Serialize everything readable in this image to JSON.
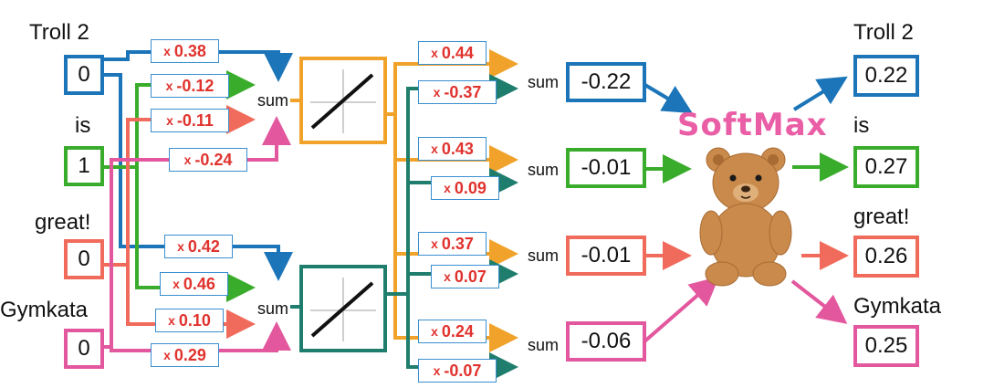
{
  "inputs": [
    {
      "word": "Troll 2",
      "value": "0",
      "color": "#1b75b8"
    },
    {
      "word": "is",
      "value": "1",
      "color": "#3aac2c"
    },
    {
      "word": "great!",
      "value": "0",
      "color": "#f06b5c"
    },
    {
      "word": "Gymkata",
      "value": "0",
      "color": "#e2579d"
    }
  ],
  "input_weights": [
    "0.38",
    "-0.12",
    "-0.11",
    "-0.24",
    "0.42",
    "0.46",
    "0.10",
    "0.29"
  ],
  "weight_prefix": "x",
  "sum_label": "sum",
  "activation_colors": {
    "top": "#f0a22a",
    "bottom": "#1f7d6e"
  },
  "output_weights": [
    "0.44",
    "-0.37",
    "0.43",
    "0.09",
    "0.37",
    "0.07",
    "0.24",
    "-0.07"
  ],
  "sums": [
    {
      "value": "-0.22",
      "color": "#1b75b8"
    },
    {
      "value": "-0.01",
      "color": "#3aac2c"
    },
    {
      "value": "-0.01",
      "color": "#f06b5c"
    },
    {
      "value": "-0.06",
      "color": "#e2579d"
    }
  ],
  "softmax_label": "SoftMax",
  "outputs": [
    {
      "word": "Troll 2",
      "value": "0.22",
      "color": "#1b75b8"
    },
    {
      "word": "is",
      "value": "0.27",
      "color": "#3aac2c"
    },
    {
      "word": "great!",
      "value": "0.26",
      "color": "#f06b5c"
    },
    {
      "word": "Gymkata",
      "value": "0.25",
      "color": "#e2579d"
    }
  ]
}
